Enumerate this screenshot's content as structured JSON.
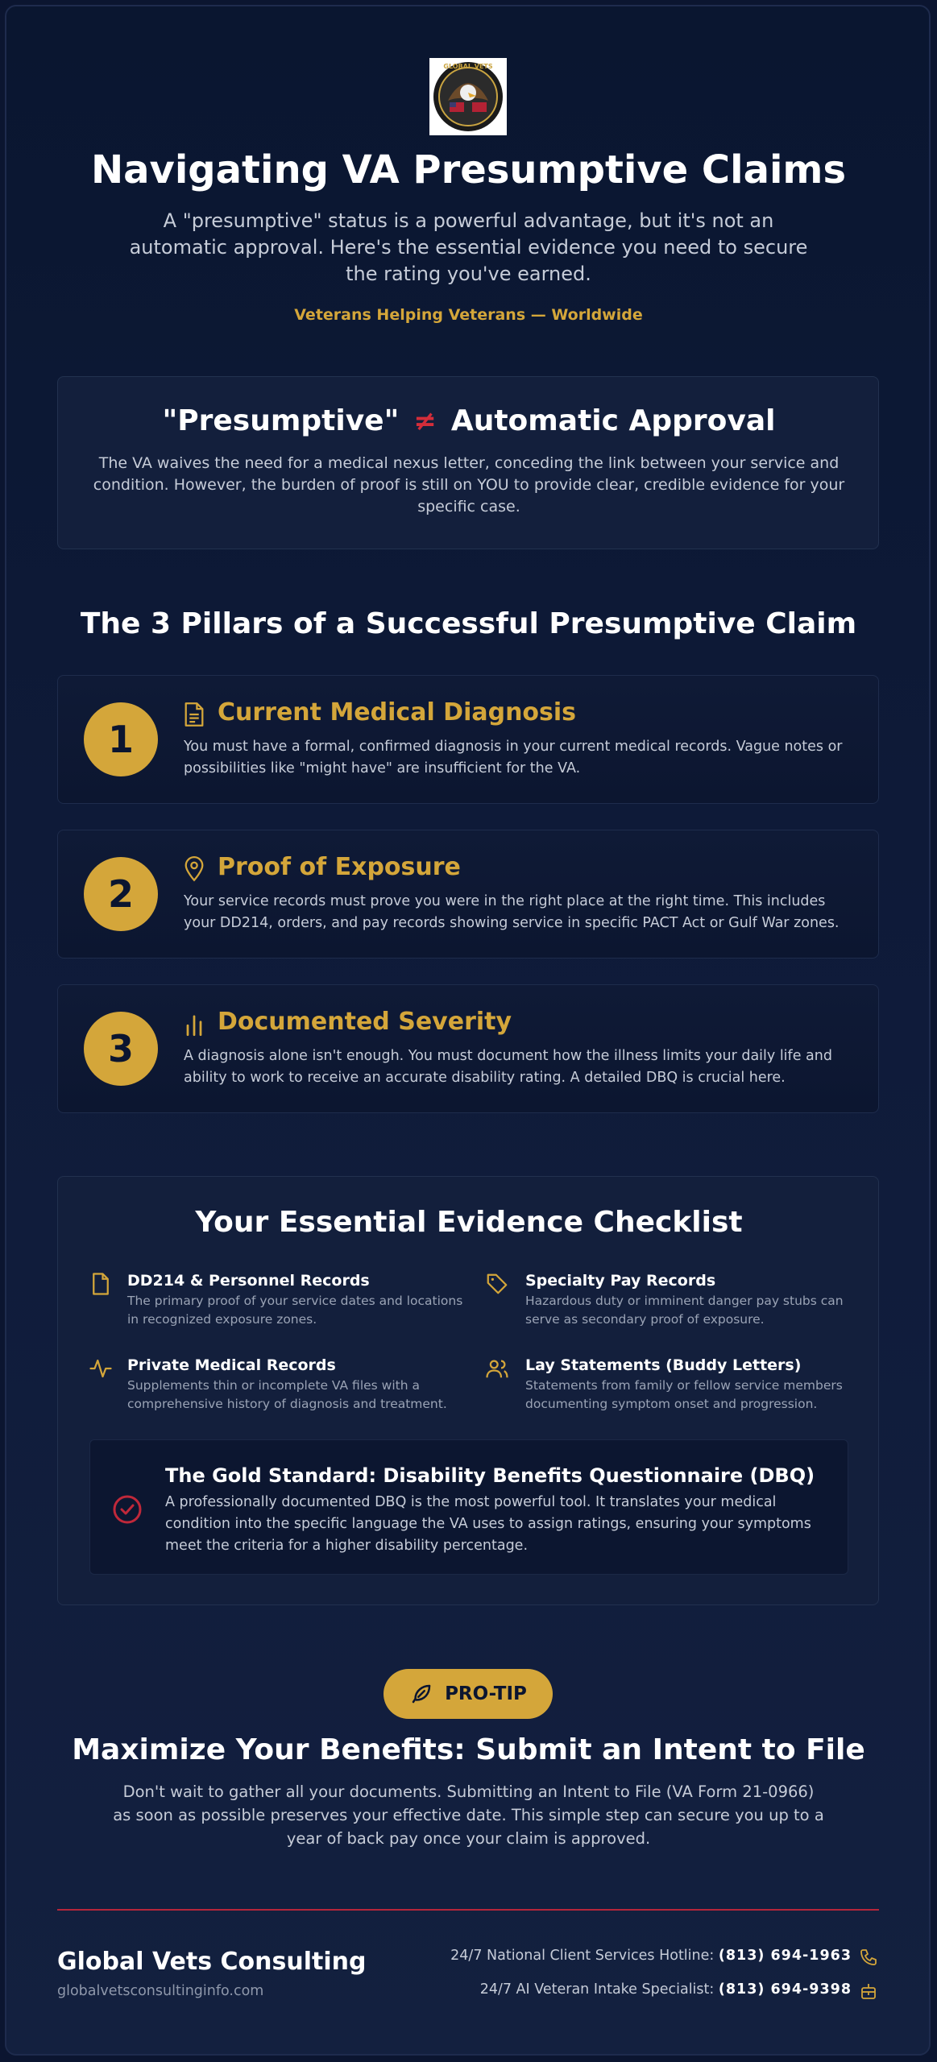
{
  "header": {
    "logo_text": "GLOBAL VETS",
    "title": "Navigating VA Presumptive Claims",
    "subtitle": "A \"presumptive\" status is a powerful advantage, but it's not an automatic approval. Here's the essential evidence you need to secure the rating you've earned.",
    "tagline": "Veterans Helping Veterans — Worldwide"
  },
  "presumptive": {
    "left": "\"Presumptive\"",
    "symbol": "≠",
    "right": "Automatic Approval",
    "text": "The VA waives the need for a medical nexus letter, conceding the link between your service and condition. However, the burden of proof is still on YOU to provide clear, credible evidence for your specific case."
  },
  "pillars": {
    "title": "The 3 Pillars of a Successful Presumptive Claim",
    "items": [
      {
        "num": "1",
        "icon": "document-icon",
        "title": "Current Medical Diagnosis",
        "text": "You must have a formal, confirmed diagnosis in your current medical records. Vague notes or possibilities like \"might have\" are insufficient for the VA."
      },
      {
        "num": "2",
        "icon": "map-pin-icon",
        "title": "Proof of Exposure",
        "text": "Your service records must prove you were in the right place at the right time. This includes your DD214, orders, and pay records showing service in specific PACT Act or Gulf War zones."
      },
      {
        "num": "3",
        "icon": "bar-chart-icon",
        "title": "Documented Severity",
        "text": "A diagnosis alone isn't enough. You must document how the illness limits your daily life and ability to work to receive an accurate disability rating. A detailed DBQ is crucial here."
      }
    ]
  },
  "checklist": {
    "title": "Your Essential Evidence Checklist",
    "items": [
      {
        "icon": "file-icon",
        "title": "DD214 & Personnel Records",
        "text": "The primary proof of your service dates and locations in recognized exposure zones."
      },
      {
        "icon": "tag-icon",
        "title": "Specialty Pay Records",
        "text": "Hazardous duty or imminent danger pay stubs can serve as secondary proof of exposure."
      },
      {
        "icon": "pulse-icon",
        "title": "Private Medical Records",
        "text": "Supplements thin or incomplete VA files with a comprehensive history of diagnosis and treatment."
      },
      {
        "icon": "users-icon",
        "title": "Lay Statements (Buddy Letters)",
        "text": "Statements from family or fellow service members documenting symptom onset and progression."
      }
    ],
    "gold": {
      "title": "The Gold Standard: Disability Benefits Questionnaire (DBQ)",
      "text": "A professionally documented DBQ is the most powerful tool. It translates your medical condition into the specific language the VA uses to assign ratings, ensuring your symptoms meet the criteria for a higher disability percentage."
    }
  },
  "protip": {
    "label": "PRO-TIP",
    "title": "Maximize Your Benefits: Submit an Intent to File",
    "text": "Don't wait to gather all your documents. Submitting an Intent to File (VA Form 21-0966) as soon as possible preserves your effective date. This simple step can secure you up to a year of back pay once your claim is approved."
  },
  "footer": {
    "brand": "Global Vets Consulting",
    "site": "globalvetsconsultinginfo.com",
    "hotline_label": "24/7 National Client Services Hotline:",
    "hotline_number": "(813) 694-1963",
    "ai_label": "24/7 AI Veteran Intake Specialist:",
    "ai_number": "(813) 694-9398"
  },
  "colors": {
    "background": "#0b1530",
    "accent_gold": "#d4a63a",
    "accent_red": "#d32d3a"
  }
}
